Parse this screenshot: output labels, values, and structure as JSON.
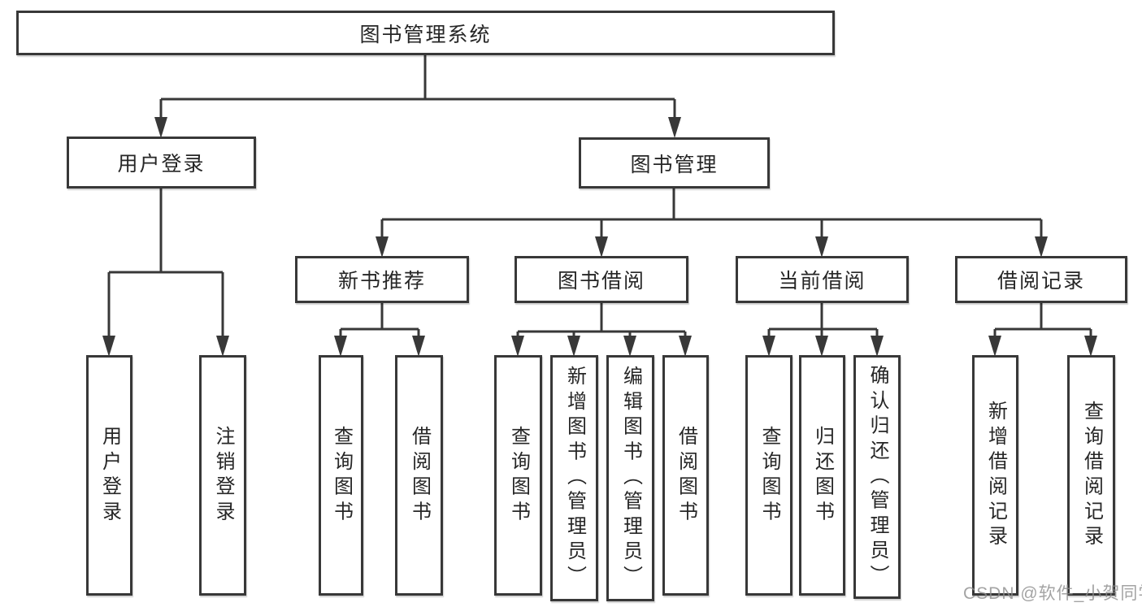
{
  "diagram": {
    "title": "图书管理系统",
    "level2": [
      {
        "label": "用户登录",
        "children": [
          {
            "label": "用户登录"
          },
          {
            "label": "注销登录"
          }
        ]
      },
      {
        "label": "图书管理",
        "children": [
          {
            "label": "新书推荐",
            "children": [
              {
                "label": "查询图书"
              },
              {
                "label": "借阅图书"
              }
            ]
          },
          {
            "label": "图书借阅",
            "children": [
              {
                "label": "查询图书"
              },
              {
                "label": "新增图书（管理员）"
              },
              {
                "label": "编辑图书（管理员）"
              },
              {
                "label": "借阅图书"
              }
            ]
          },
          {
            "label": "当前借阅",
            "children": [
              {
                "label": "查询图书"
              },
              {
                "label": "归还图书"
              },
              {
                "label": "确认归还（管理员）"
              }
            ]
          },
          {
            "label": "借阅记录",
            "children": [
              {
                "label": "新增借阅记录"
              },
              {
                "label": "查询借阅记录"
              }
            ]
          }
        ]
      }
    ]
  },
  "watermark": {
    "text": "CSDN @软件_小贺同学"
  },
  "colors": {
    "border": "#383838",
    "text": "#262626",
    "background": "#ffffff",
    "watermark": "#8c8c8c"
  }
}
